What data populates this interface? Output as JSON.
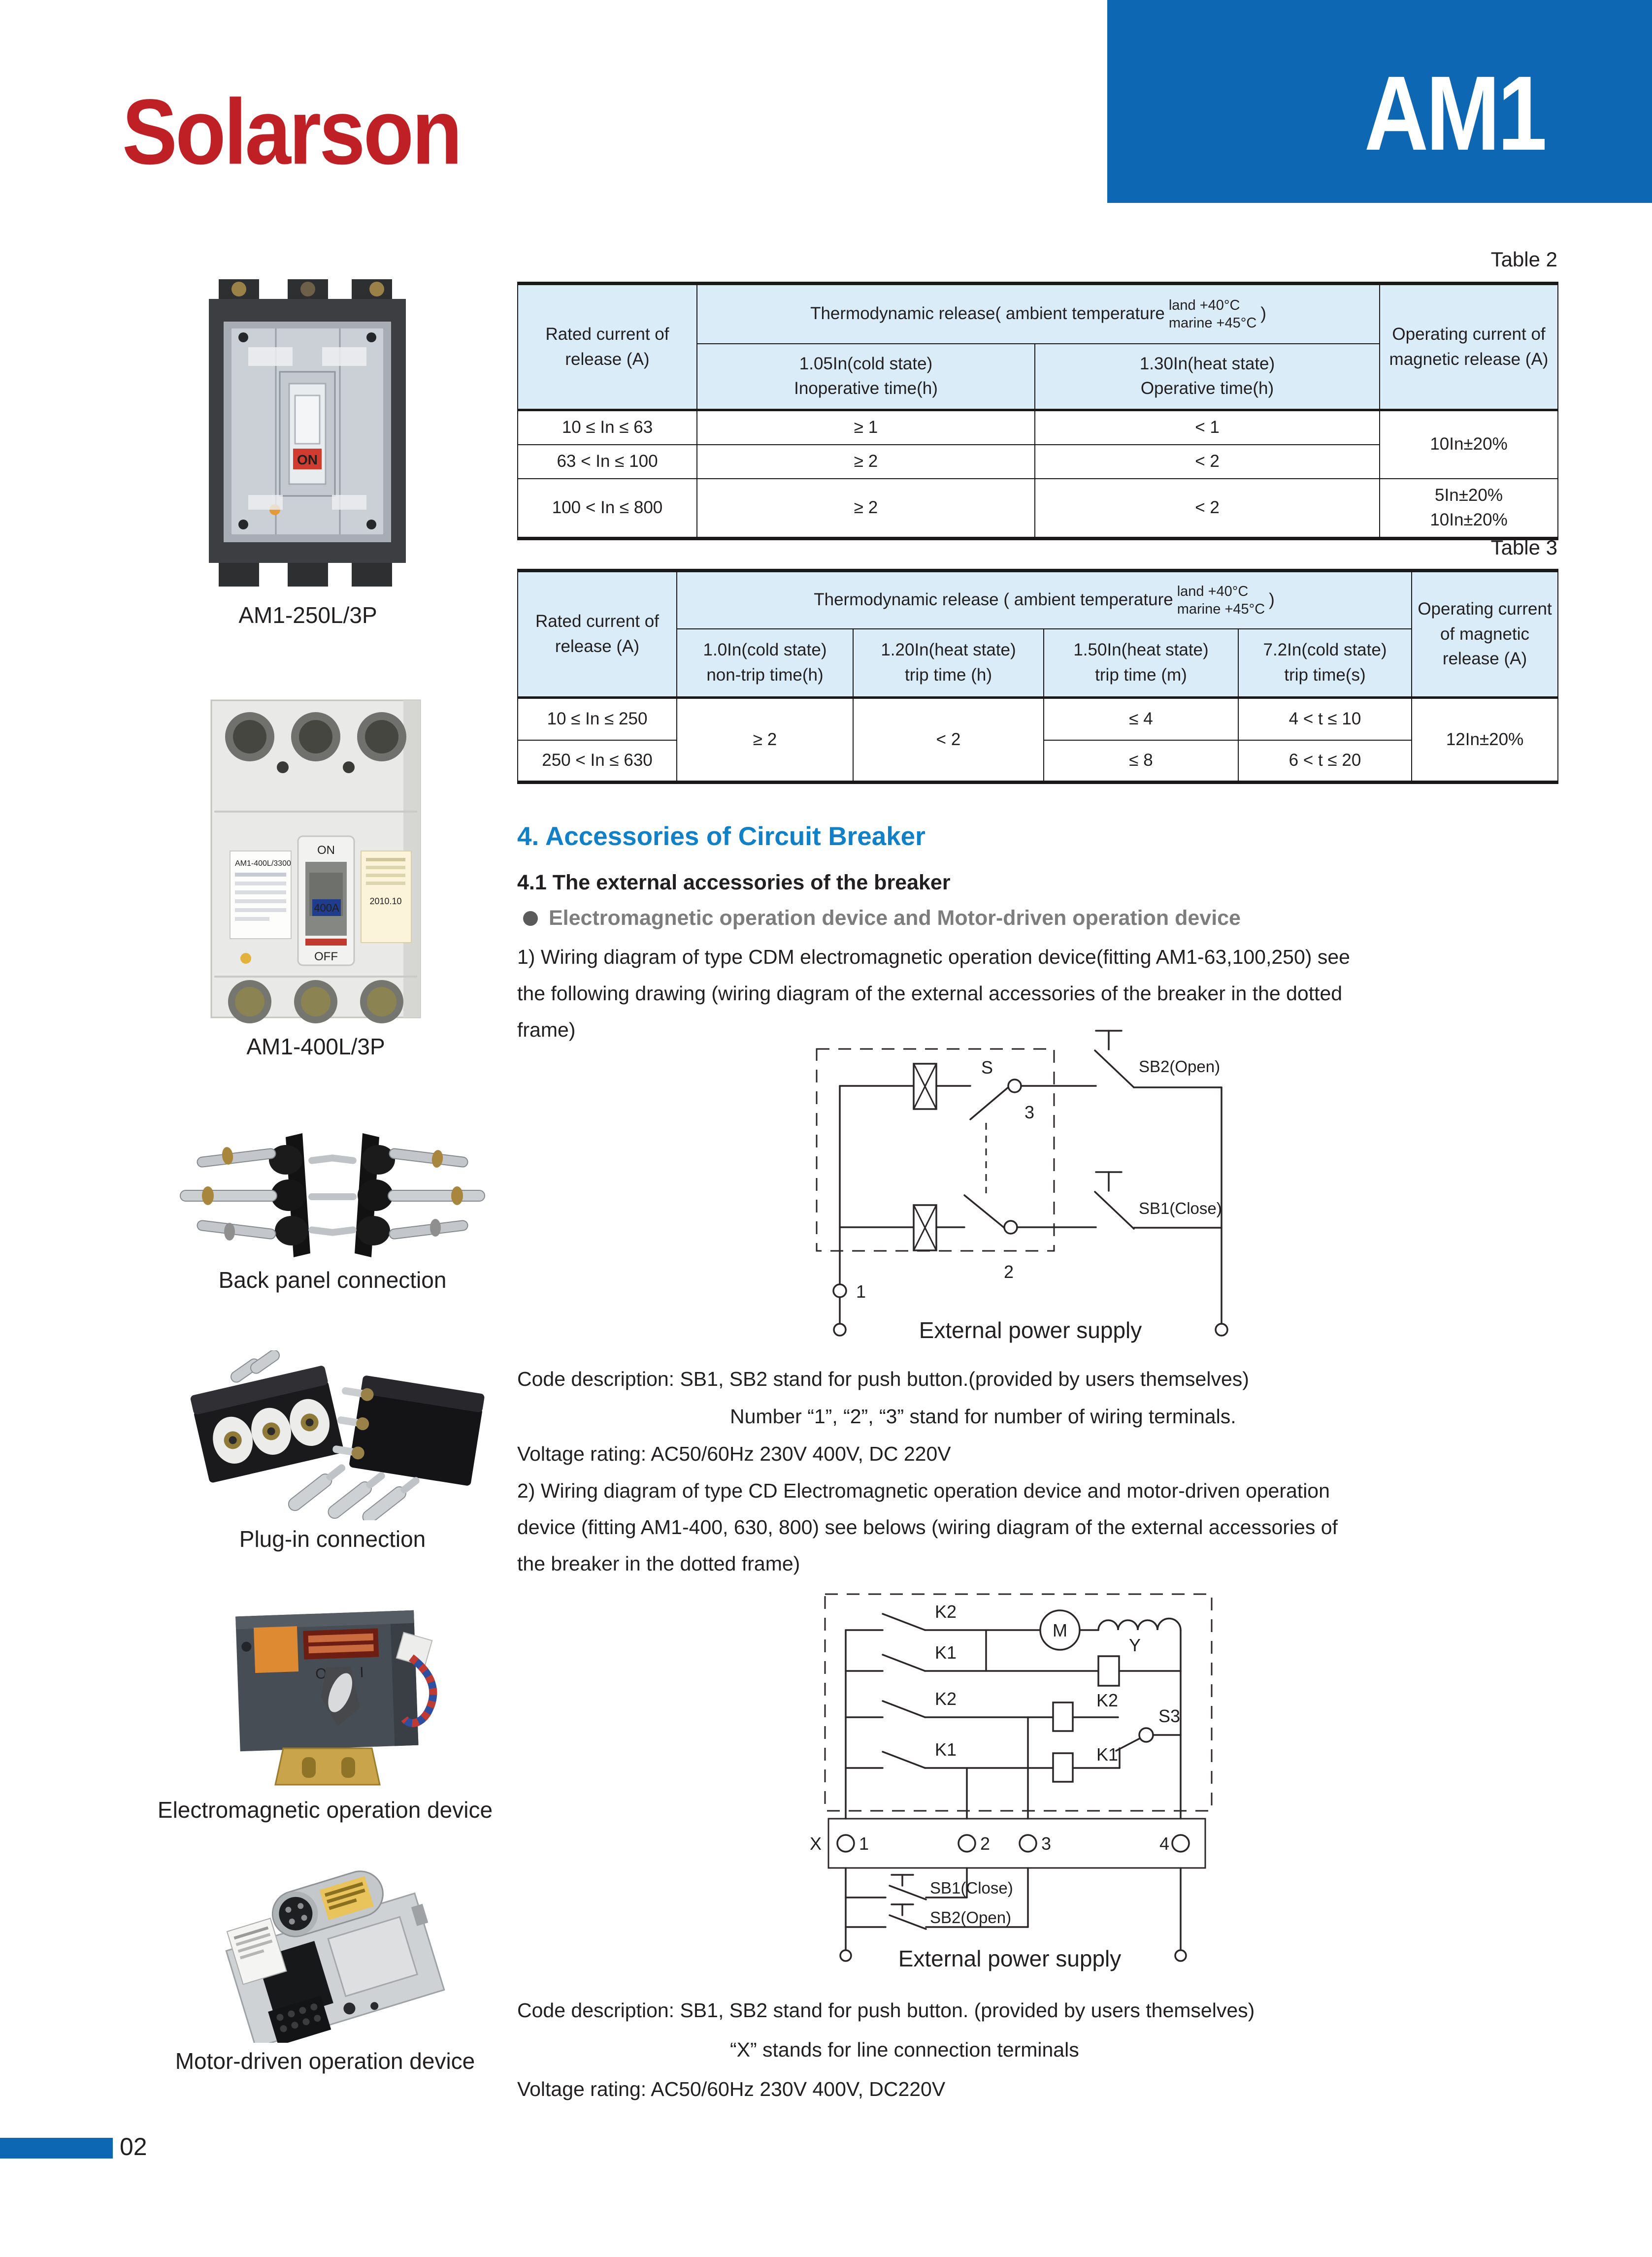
{
  "header": {
    "logo": "Solarson",
    "product": "AM1"
  },
  "page_number": "02",
  "colors": {
    "brand_red": "#BE2026",
    "banner_blue": "#0E67B2",
    "heading_blue": "#1080C8",
    "table_header_bg": "#D9ECF8"
  },
  "table2": {
    "label": "Table 2",
    "col_release": "Rated current of release (A)",
    "group_main": "Thermodynamic release( ambient temperature",
    "group_land": "land +40°C",
    "group_marine": "marine +45°C",
    "group_close": ")",
    "sub1_line1": "1.05In(cold state)",
    "sub1_line2": "Inoperative time(h)",
    "sub2_line1": "1.30In(heat state)",
    "sub2_line2": "Operative time(h)",
    "col_operating": "Operating current of magnetic release (A)",
    "rows": [
      {
        "range": "10 ≤ In ≤ 63",
        "cold": "≥ 1",
        "heat": "< 1"
      },
      {
        "range": "63 < In ≤ 100",
        "cold": "≥ 2",
        "heat": "< 2"
      },
      {
        "range": "100 < In ≤ 800",
        "cold": "≥ 2",
        "heat": "< 2"
      }
    ],
    "magnetic_rows12": "10In±20%",
    "magnetic_row3_l1": "5In±20%",
    "magnetic_row3_l2": "10In±20%"
  },
  "table3": {
    "label": "Table 3",
    "col_release": "Rated current of release (A)",
    "group_main": "Thermodynamic release ( ambient temperature",
    "group_land": "land +40°C",
    "group_marine": "marine +45°C",
    "group_close": ")",
    "sub1_line1": "1.0In(cold state)",
    "sub1_line2": "non-trip time(h)",
    "sub2_line1": "1.20In(heat state)",
    "sub2_line2": "trip time (h)",
    "sub3_line1": "1.50In(heat state)",
    "sub3_line2": "trip time (m)",
    "sub4_line1": "7.2In(cold state)",
    "sub4_line2": "trip time(s)",
    "col_operating": "Operating current of magnetic release (A)",
    "cold_merged": "≥ 2",
    "heat_merged": "< 2",
    "rows": [
      {
        "range": "10 ≤ In ≤ 250",
        "m": "≤ 4",
        "s": "4 < t ≤ 10"
      },
      {
        "range": "250 < In ≤ 630",
        "m": "≤ 8",
        "s": "6 < t ≤ 20"
      }
    ],
    "magnetic_merged": "12In±20%"
  },
  "section": {
    "heading": "4. Accessories of Circuit Breaker",
    "subheading": "4.1 The external  accessories of the breaker",
    "bullet": "Electromagnetic operation device and  Motor-driven operation device",
    "para1_l1": "1) Wiring diagram of type CDM electromagnetic operation device(fitting AM1-63,100,250) see",
    "para1_l2": "the following drawing (wiring diagram of the external accessories of the breaker in the dotted",
    "para1_l3": "frame)",
    "code1_l1": "Code description: SB1, SB2 stand for push button.(provided by users themselves)",
    "code1_l2": "Number “1”, “2”, “3” stand for number of wiring terminals.",
    "code1_l3": "Voltage rating: AC50/60Hz 230V  400V, DC 220V",
    "para2_l1": "2) Wiring diagram of type CD Electromagnetic operation device and motor-driven operation",
    "para2_l2": "device (fitting AM1-400, 630, 800) see belows (wiring diagram of the external accessories of",
    "para2_l3": "the breaker in the dotted frame)",
    "code2_l1": "Code description: SB1, SB2 stand for push button. (provided by users themselves)",
    "code2_l2": "“X” stands for line connection terminals",
    "code2_l3": "Voltage rating: AC50/60Hz 230V  400V, DC220V"
  },
  "diagram1": {
    "s": "S",
    "t1": "1",
    "t2": "2",
    "t3": "3",
    "sb2": "SB2(Open)",
    "sb1": "SB1(Close)",
    "ext": "External power supply"
  },
  "diagram2": {
    "k2_top": "K2",
    "k1_top": "K1",
    "m": "M",
    "y": "Y",
    "k2_sw": "K2",
    "k2_coil": "K2",
    "k1_sw": "K1",
    "k1_coil": "K1",
    "s3": "S3",
    "x": "X",
    "t1": "1",
    "t2": "2",
    "t3": "3",
    "t4": "4",
    "sb1": "SB1(Close)",
    "sb2": "SB2(Open)",
    "ext": "External power supply"
  },
  "figures": {
    "fig1": {
      "caption": "AM1-250L/3P",
      "on": "ON"
    },
    "fig2": {
      "caption": "AM1-400L/3P",
      "model": "AM1-400L/3300",
      "amp": "400A",
      "on": "ON",
      "off": "OFF",
      "date": "2010.10"
    },
    "fig3": {
      "caption": "Back panel connection"
    },
    "fig4": {
      "caption": "Plug-in  connection"
    },
    "fig5": {
      "caption": "Electromagnetic operation device"
    },
    "fig6": {
      "caption": "Motor-driven operation device"
    }
  }
}
